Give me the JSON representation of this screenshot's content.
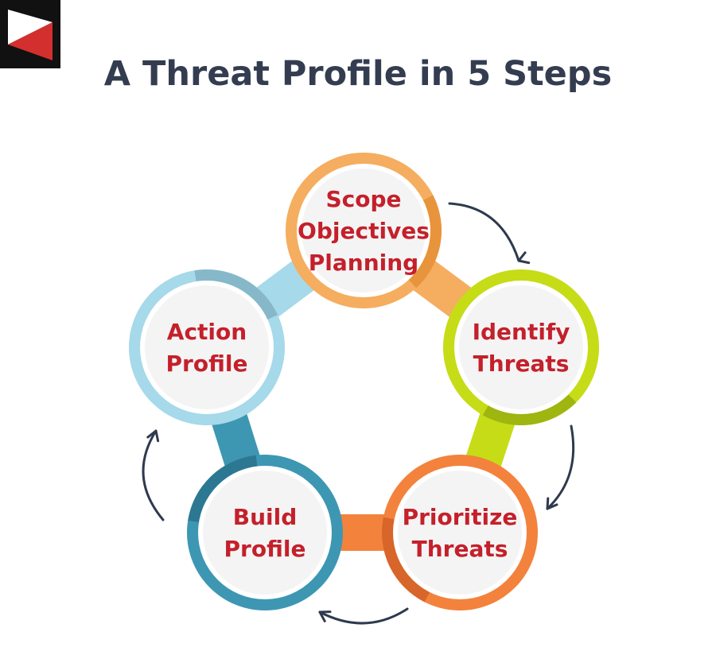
{
  "title": "A Threat Profile in 5 Steps",
  "logo": {
    "icon": "play-triangle-logo",
    "colors": {
      "background": "#111111",
      "upper": "#ffffff",
      "lower": "#d32f2f"
    }
  },
  "colors": {
    "title": "#343d50",
    "label": "#c4202b",
    "arrow": "#2e3a4d",
    "inner_circle": "#f4f4f4"
  },
  "steps": [
    {
      "lines": [
        "Scope",
        "Objectives",
        "Planning"
      ],
      "ring": "#f5ad5f",
      "ring_dark": "#e8943c"
    },
    {
      "lines": [
        "Identify",
        "Threats"
      ],
      "ring": "#c6dc16",
      "ring_dark": "#9fb510"
    },
    {
      "lines": [
        "Prioritize",
        "Threats"
      ],
      "ring": "#f3823d",
      "ring_dark": "#d8652a"
    },
    {
      "lines": [
        "Build",
        "Profile"
      ],
      "ring": "#3d97b3",
      "ring_dark": "#2c7892"
    },
    {
      "lines": [
        "Action",
        "Profile"
      ],
      "ring": "#a6d9e9",
      "ring_dark": "#86b8c9"
    }
  ],
  "arrows": [
    "arrow-icon",
    "arrow-icon",
    "arrow-icon",
    "arrow-icon"
  ]
}
